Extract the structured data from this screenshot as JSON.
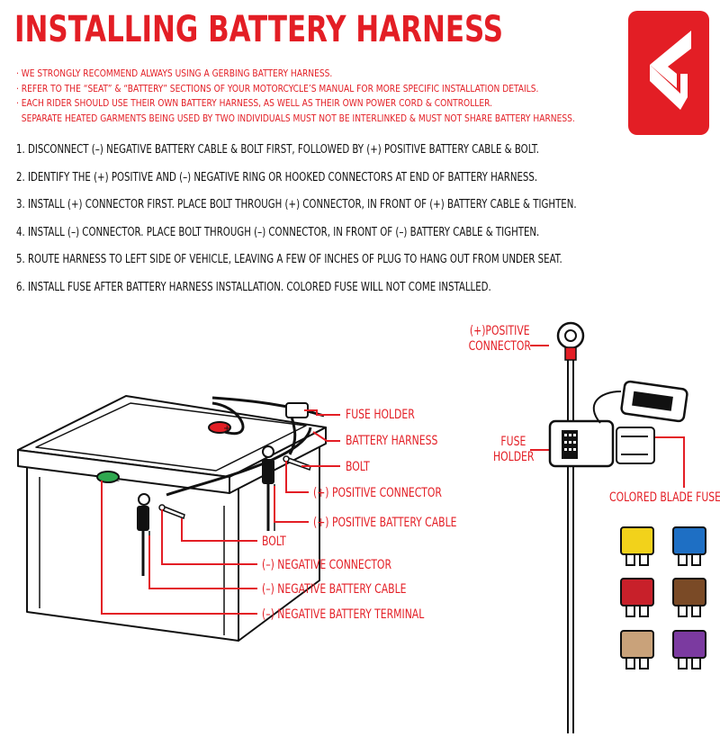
{
  "title": "INSTALLING BATTERY HARNESS",
  "notes": [
    "· WE STRONGLY RECOMMEND ALWAYS USING A GERBING BATTERY HARNESS.",
    "· REFER TO THE “SEAT” & “BATTERY” SECTIONS OF YOUR MOTORCYCLE’S MANUAL FOR MORE SPECIFIC INSTALLATION DETAILS.",
    "· EACH RIDER SHOULD USE THEIR OWN BATTERY HARNESS, AS WELL AS THEIR OWN POWER CORD & CONTROLLER.",
    "  SEPARATE HEATED GARMENTS BEING USED BY TWO INDIVIDUALS MUST NOT BE INTERLINKED & MUST NOT SHARE BATTERY HARNESS."
  ],
  "steps": [
    "1. DISCONNECT (–) NEGATIVE BATTERY CABLE & BOLT FIRST, FOLLOWED BY (+) POSITIVE BATTERY CABLE & BOLT.",
    "2. IDENTIFY THE (+) POSITIVE AND (–) NEGATIVE RING OR HOOKED CONNECTORS AT END OF BATTERY HARNESS.",
    "3. INSTALL (+) CONNECTOR FIRST. PLACE BOLT THROUGH (+) CONNECTOR, IN FRONT OF (+) BATTERY CABLE & TIGHTEN.",
    "4. INSTALL (–) CONNECTOR. PLACE BOLT THROUGH (–) CONNECTOR, IN FRONT OF (–) BATTERY CABLE & TIGHTEN.",
    "5. ROUTE HARNESS TO LEFT SIDE OF VEHICLE, LEAVING A FEW OF INCHES OF PLUG TO HANG OUT FROM UNDER SEAT.",
    "6. INSTALL FUSE AFTER BATTERY HARNESS INSTALLATION. COLORED FUSE WILL NOT COME INSTALLED."
  ],
  "labels": {
    "fuse_holder": "FUSE HOLDER",
    "battery_harness": "BATTERY HARNESS",
    "bolt_pos": "BOLT",
    "pos_connector": "(+) POSITIVE CONNECTOR",
    "pos_battery_cable": "(+) POSITIVE BATTERY CABLE",
    "bolt_neg": "BOLT",
    "neg_connector": "(–) NEGATIVE CONNECTOR",
    "neg_battery_cable": "(–) NEGATIVE BATTERY CABLE",
    "neg_battery_terminal": "(–) NEGATIVE BATTERY TERMINAL",
    "positive_connector_line1": "(+)POSITIVE",
    "positive_connector_line2": "CONNECTOR",
    "fuse_holder_line1": "FUSE",
    "fuse_holder_line2": "HOLDER",
    "colored_blade_fuse": "COLORED BLADE FUSE"
  },
  "colors": {
    "accent_red": "#e31e25",
    "fuses": [
      "#f2d21b",
      "#1e6fc4",
      "#c8202a",
      "#7a4a26",
      "#c9a27a",
      "#7b3aa0"
    ]
  }
}
